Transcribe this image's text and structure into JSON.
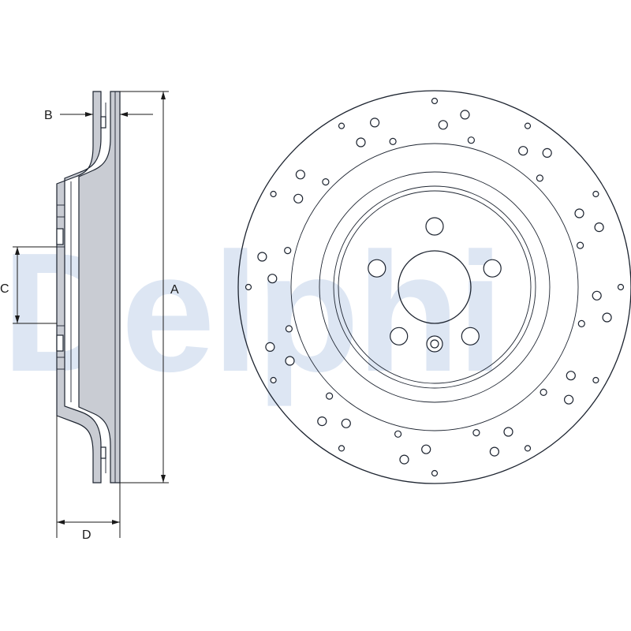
{
  "brand_watermark": "Delphi",
  "dimensions": {
    "a": "A",
    "b": "B",
    "c": "C",
    "d": "D"
  },
  "colors": {
    "line": "#1d2430",
    "section_fill": "#c9ccd3",
    "watermark": "#dde6f3"
  }
}
